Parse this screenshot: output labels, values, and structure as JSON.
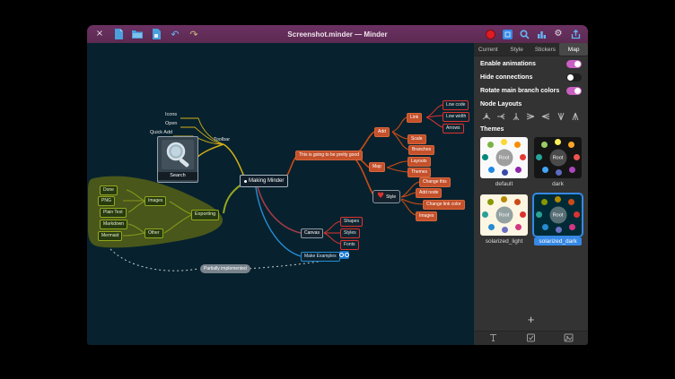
{
  "window": {
    "title": "Screenshot.minder — Minder",
    "close_glyph": "×",
    "undo_glyph": "↶",
    "redo_glyph": "↷",
    "gear_glyph": "⚙"
  },
  "sidebar": {
    "tabs": [
      {
        "label": "Current",
        "active": false
      },
      {
        "label": "Style",
        "active": false
      },
      {
        "label": "Stickers",
        "active": false
      },
      {
        "label": "Map",
        "active": true
      }
    ],
    "toggles": [
      {
        "label": "Enable animations",
        "on": true
      },
      {
        "label": "Hide connections",
        "on": false
      },
      {
        "label": "Rotate main branch colors",
        "on": true
      }
    ],
    "node_layouts_label": "Node Layouts",
    "themes_label": "Themes",
    "root_label": "Root",
    "add_theme_label": "+",
    "themes": [
      {
        "name": "default",
        "selected": false,
        "bg": "#fafafa",
        "root_bg": "#9e9e9e",
        "colors": [
          "#7cb342",
          "#fdd835",
          "#fb8c00",
          "#e53935",
          "#8e24aa",
          "#3949ab",
          "#1e88e5",
          "#00897b"
        ]
      },
      {
        "name": "dark",
        "selected": false,
        "bg": "#151515",
        "root_bg": "#4a4a4a",
        "colors": [
          "#9ccc65",
          "#ffee58",
          "#ffa726",
          "#ef5350",
          "#ab47bc",
          "#5c6bc0",
          "#42a5f5",
          "#26a69a"
        ]
      },
      {
        "name": "solarized_light",
        "selected": false,
        "bg": "#fdf6e3",
        "root_bg": "#93a1a1",
        "colors": [
          "#859900",
          "#b58900",
          "#cb4b16",
          "#dc322f",
          "#d33682",
          "#6c71c4",
          "#268bd2",
          "#2aa198"
        ]
      },
      {
        "name": "solarized_dark",
        "selected": true,
        "bg": "#002b36",
        "root_bg": "#586e75",
        "colors": [
          "#859900",
          "#b58900",
          "#cb4b16",
          "#dc322f",
          "#d33682",
          "#6c71c4",
          "#268bd2",
          "#2aa198"
        ]
      }
    ]
  },
  "mindmap": {
    "root": "Making Minder",
    "heart_glyph": "♥",
    "nodes": {
      "toolbar": "Toolbar",
      "icons": "Icons",
      "open": "Open",
      "quick_add": "Quick Add",
      "search": "Search",
      "pretty_good": "This is going to be pretty good",
      "add": "Add",
      "link": "Link",
      "low_code": "Low code",
      "low_width": "Low width",
      "arrows": "Arrows",
      "scale": "Scale",
      "branches": "Branches",
      "layouts": "Layouts",
      "themes": "Themes",
      "map": "Map",
      "style": "Style",
      "change_this": "Change this",
      "add_node": "Add node",
      "change_link_color": "Change link color",
      "images_right": "Images",
      "canvas": "Canvas",
      "shapes": "Shapes",
      "styles": "Styles",
      "fonts": "Fonts",
      "make_examples": "Make Examples",
      "partially_implemented": "Partially implemented",
      "done": "Done",
      "png": "PNG",
      "plain_text": "Plain Text",
      "markdown": "Markdown",
      "mermaid": "Mermaid",
      "images_left": "Images",
      "other": "Other",
      "exporting": "Exporting"
    }
  },
  "palette": {
    "titlebar": "#652d5a",
    "canvas_bg": "#07222e",
    "sidebar_bg": "#333333",
    "accent_toggle": "#c95fc2",
    "selection_blue": "#3689e6",
    "branch_yellow": "#d4af17",
    "branch_orange": "#cb4b16",
    "branch_red": "#dc322f",
    "branch_blue": "#268bd2",
    "branch_green": "#97a71d",
    "record_red": "#e01b24"
  }
}
